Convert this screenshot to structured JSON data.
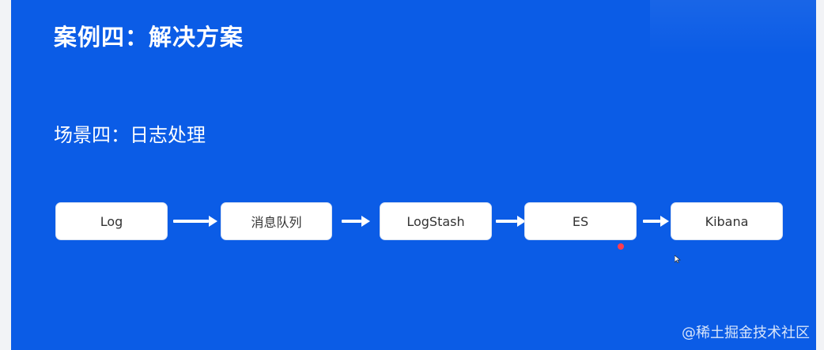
{
  "slide": {
    "title": "案例四：解决方案",
    "subtitle": "场景四：日志处理"
  },
  "diagram": {
    "nodes": [
      {
        "label": "Log"
      },
      {
        "label": "消息队列"
      },
      {
        "label": "LogStash"
      },
      {
        "label": "ES"
      },
      {
        "label": "Kibana"
      }
    ]
  },
  "watermark": {
    "text": "@稀土掘金技术社区"
  },
  "colors": {
    "background": "#0b5ce6",
    "node_fill": "#ffffff",
    "arrow": "#ffffff",
    "text_dark": "#333333",
    "cursor_dot": "#ff3b4f"
  }
}
